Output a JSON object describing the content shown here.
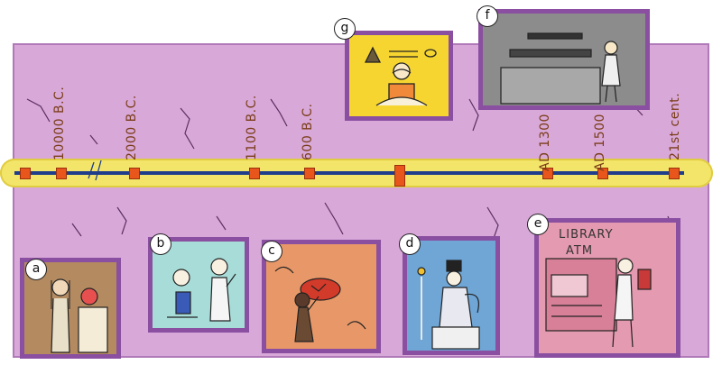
{
  "timeline": {
    "labels": [
      "10000 B.C.",
      "2000 B.C.",
      "1100 B.C.",
      "600 B.C.",
      "AD 1300",
      "AD 1500",
      "21st cent."
    ]
  },
  "panels": {
    "a": "a",
    "b": "b",
    "c": "c",
    "d": "d",
    "e": "e",
    "f": "f",
    "g": "g"
  },
  "library_sign": {
    "line1": "LIBRARY",
    "line2": "ATM"
  },
  "colors": {
    "wall": "#d8a8d8",
    "band": "#f3e56a",
    "timeline_line": "#1f3d8a",
    "marker": "#e8561c",
    "frame": "#8a4fa0"
  }
}
